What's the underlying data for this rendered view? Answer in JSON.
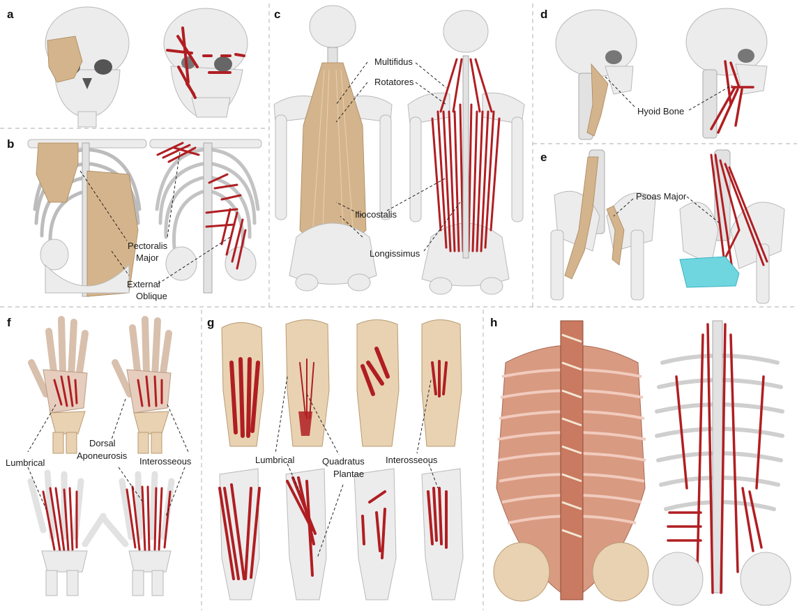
{
  "panels": {
    "a": {
      "letter": "a"
    },
    "b": {
      "letter": "b",
      "labels": [
        "Pectoralis",
        "Major",
        "External",
        "Oblique"
      ]
    },
    "c": {
      "letter": "c",
      "labels": [
        "Multifidus",
        "Rotatores",
        "Iliocostalis",
        "Longissimus"
      ]
    },
    "d": {
      "letter": "d",
      "labels": [
        "Hyoid Bone"
      ]
    },
    "e": {
      "letter": "e",
      "labels": [
        "Psoas Major"
      ]
    },
    "f": {
      "letter": "f",
      "labels": [
        "Lumbrical",
        "Dorsal",
        "Aponeurosis",
        "Interosseous"
      ]
    },
    "g": {
      "letter": "g",
      "labels": [
        "Lumbrical",
        "Quadratus",
        "Plantae",
        "Interosseous"
      ]
    },
    "h": {
      "letter": "h"
    }
  },
  "colors": {
    "muscle_original": "#d4b48c",
    "muscle_simplified": "#b01e22",
    "bone": "#ececec",
    "collision_box": "#6fd6e0",
    "separator": "#bdbdbd"
  }
}
